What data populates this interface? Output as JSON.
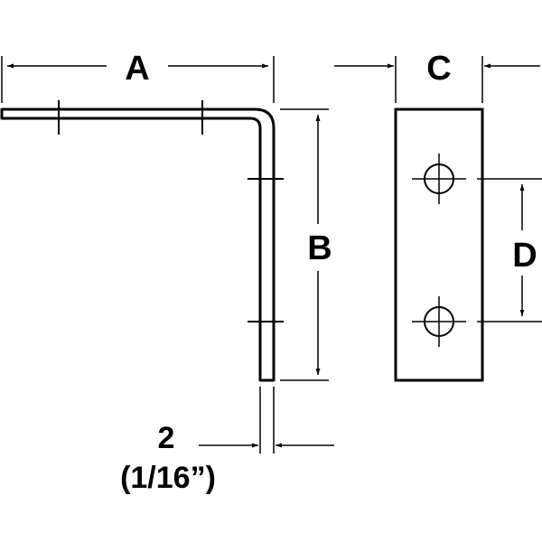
{
  "labels": {
    "a": "A",
    "b": "B",
    "c": "C",
    "d": "D",
    "thickness_number": "2",
    "thickness_fraction": "(1/16”)"
  },
  "colors": {
    "line": "#000000",
    "background": "#ffffff"
  }
}
